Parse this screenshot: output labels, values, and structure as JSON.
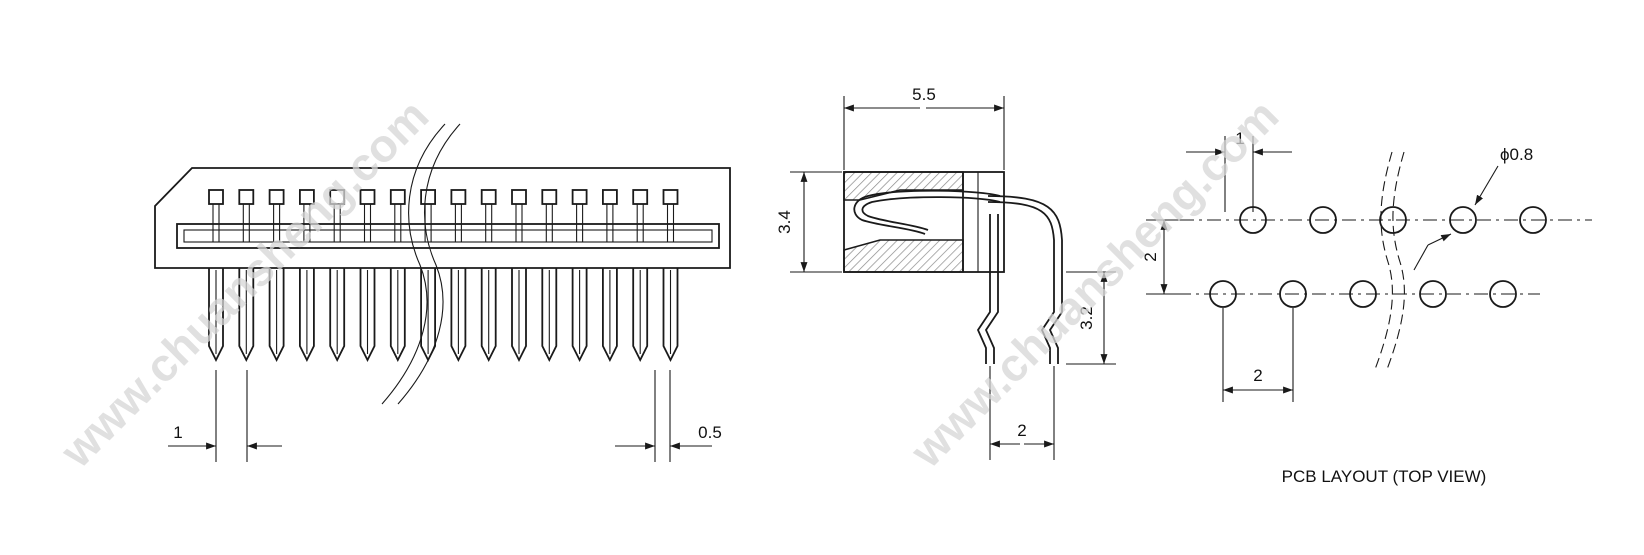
{
  "watermark": "www.chuansheng.com",
  "front_view": {
    "pitch_label": "1",
    "pin_width_label": "0.5"
  },
  "side_view": {
    "depth_label": "5.5",
    "height_label": "3.4",
    "tail_length_label": "3.2",
    "row_spacing_label": "2"
  },
  "pcb_layout": {
    "hole_pitch_label": "1",
    "hole_diameter_label": "ϕ0.8",
    "row_offset_label": "2",
    "column_spacing_label": "2",
    "caption": "PCB LAYOUT (TOP VIEW)"
  },
  "colors": {
    "line": "#1a1a1a",
    "watermark": "#d6d6d6",
    "hatch": "#8a8a8a"
  }
}
